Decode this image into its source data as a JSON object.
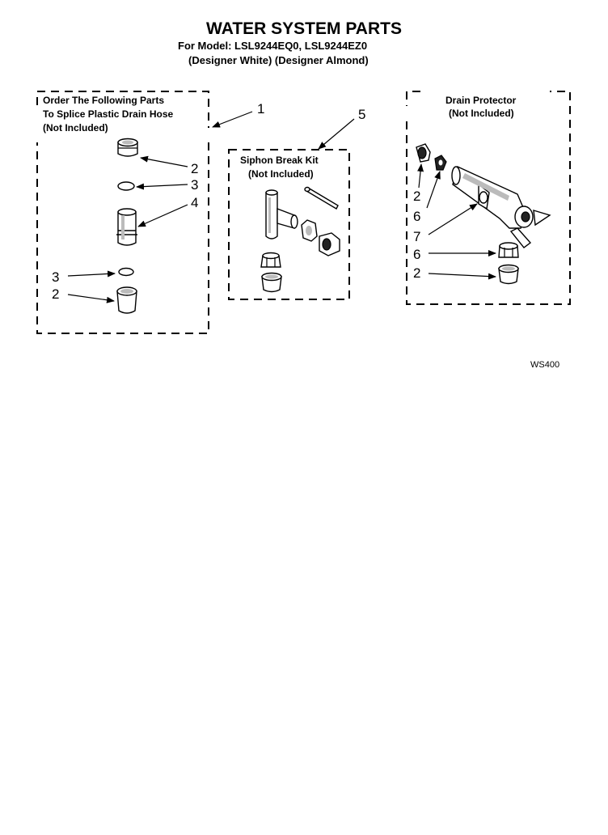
{
  "header": {
    "title": "WATER SYSTEM PARTS",
    "model_line": "For Model: LSL9244EQ0, LSL9244EZ0",
    "color_line": "(Designer White) (Designer Almond)"
  },
  "groups": {
    "splice": {
      "label_lines": [
        "Order The Following Parts",
        "To Splice Plastic Drain Hose",
        "(Not Included)"
      ],
      "group_callout": "1",
      "callouts": [
        "2",
        "3",
        "4",
        "3",
        "2"
      ]
    },
    "siphon": {
      "label_lines": [
        "Siphon Break Kit",
        "(Not Included)"
      ],
      "group_callout": "5"
    },
    "drain": {
      "label_lines": [
        "Drain Protector",
        "(Not Included)"
      ],
      "callouts": [
        "2",
        "6",
        "7",
        "6",
        "2"
      ]
    }
  },
  "footer": {
    "diagram_code": "WS400"
  },
  "colors": {
    "ink": "#000000",
    "paper": "#ffffff",
    "shade": "#bbbbbb"
  }
}
